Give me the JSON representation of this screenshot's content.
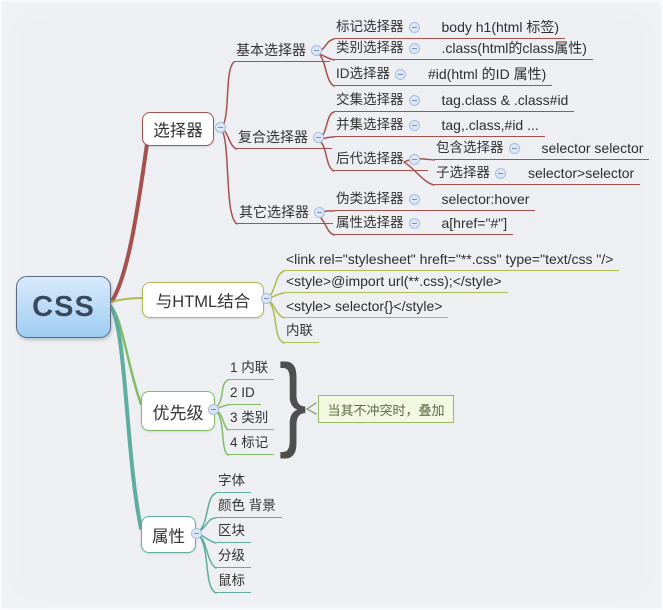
{
  "root": {
    "label": "CSS"
  },
  "branches": {
    "selector": {
      "label": "选择器",
      "color": "#a5524e",
      "groups": [
        {
          "label": "基本选择器",
          "rows": [
            {
              "label": "标记选择器",
              "value": "body h1(html 标签)"
            },
            {
              "label": "类别选择器",
              "value": ".class(html的class属性)"
            },
            {
              "label": "ID选择器",
              "value": "#id(html 的ID 属性)"
            }
          ]
        },
        {
          "label": "复合选择器",
          "rows": [
            {
              "label": "交集选择器",
              "value": "tag.class & .class#id"
            },
            {
              "label": "并集选择器",
              "value": "tag,.class,#id ..."
            }
          ],
          "sub": {
            "label": "后代选择器",
            "rows": [
              {
                "label": "包含选择器",
                "value": "selector selector"
              },
              {
                "label": "子选择器",
                "value": "selector>selector"
              }
            ]
          }
        },
        {
          "label": "其它选择器",
          "rows": [
            {
              "label": "伪类选择器",
              "value": "selector:hover"
            },
            {
              "label": "属性选择器",
              "value": "a[href=\"#\"]"
            }
          ]
        }
      ]
    },
    "html": {
      "label": "与HTML结合",
      "color": "#b0ba52",
      "rows": [
        "<link rel=\"stylesheet\" hreft=\"**.css\" type=\"text/css \"/>",
        "<style>@import url(**.css);</style>",
        "<style> selector{}</style>",
        "内联"
      ]
    },
    "priority": {
      "label": "优先级",
      "color": "#83bc67",
      "items": [
        "1 内联",
        "2 ID",
        "3 类别",
        "4 标记"
      ],
      "brace": "}",
      "callout": "当其不冲突时，叠加"
    },
    "props": {
      "label": "属性",
      "color": "#5fad9f",
      "items": [
        "字体",
        "颜色 背景",
        "区块",
        "分级",
        "鼠标"
      ]
    }
  }
}
